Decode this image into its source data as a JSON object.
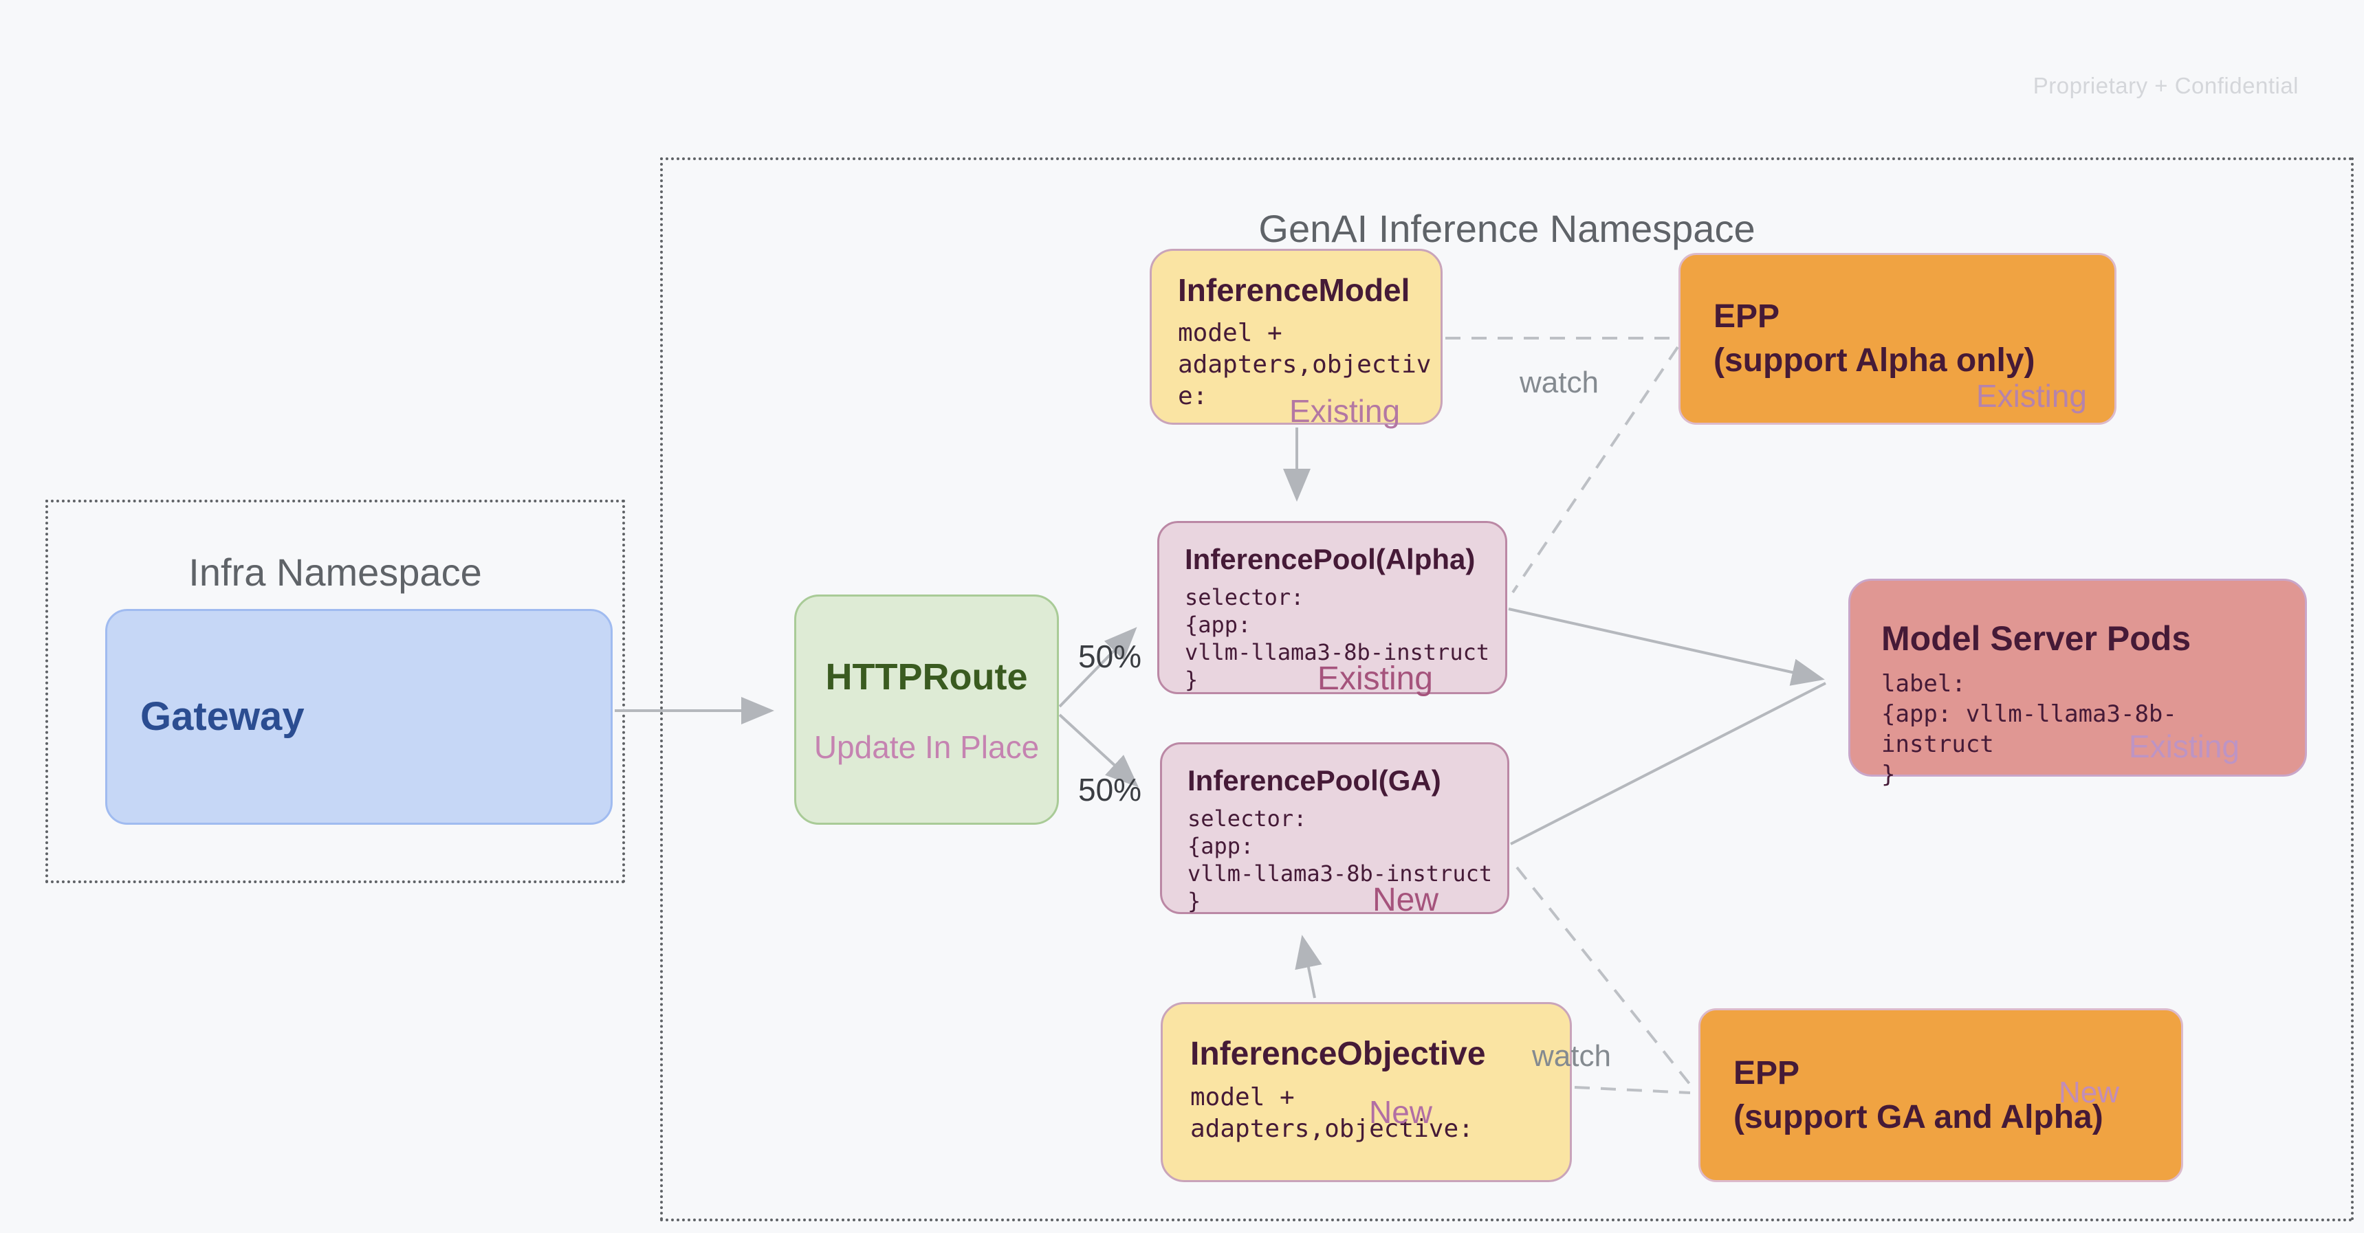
{
  "watermark": "Proprietary + Confidential",
  "palette": {
    "dotted_border": "#5f6266",
    "gray_text": "#5f6368",
    "watch_gray": "#848a90",
    "pct_gray": "#3a3d42",
    "watermark_gray": "#d4d6da",
    "line_gray": "#b5b8bd",
    "dark_plum": "#451a37",
    "yellow_fill": "#fae4a3",
    "yellow_border": "#c9a4ba",
    "orange_fill": "#f0a342",
    "orange_border": "#dcbacb",
    "pool_fill": "#e9d5df",
    "pool_border": "#bb88a5",
    "pods_fill": "#e09793",
    "pods_border": "#c9a6c9",
    "green_fill": "#deebd5",
    "green_border": "#a9cb97",
    "green_text": "#3a5b20",
    "update_mauve": "#c583b1",
    "blue_fill": "#c6d7f6",
    "blue_border": "#a0bbf0",
    "blue_text": "#2b4d91",
    "rose_tag": "#a5537c",
    "model_tag": "#b377a3",
    "objective_tag": "#b16ea4",
    "epp_alpha_tag": "#b583ad",
    "epp_ga_tag": "#c18db9",
    "pods_tag": "#bd94c4"
  },
  "namespaces": {
    "infra": {
      "title": "Infra Namespace"
    },
    "genai": {
      "title": "GenAI Inference Namespace"
    }
  },
  "nodes": {
    "gateway": {
      "title": "Gateway"
    },
    "httproute": {
      "title": "HTTPRoute",
      "subtitle": "Update In Place"
    },
    "inference_model": {
      "title": "InferenceModel",
      "code": "model +\nadapters,objective:",
      "tag": "Existing"
    },
    "epp_alpha": {
      "title": "EPP\n(support Alpha only)",
      "tag": "Existing"
    },
    "pool_alpha": {
      "title": "InferencePool(Alpha)",
      "code": "selector:\n{app:\nvllm-llama3-8b-instruct\n}",
      "tag": "Existing"
    },
    "pool_ga": {
      "title": "InferencePool(GA)",
      "code": "selector:\n{app:\nvllm-llama3-8b-instruct\n}",
      "tag": "New"
    },
    "pods": {
      "title": "Model Server Pods",
      "code": "label:\n{app: vllm-llama3-8b-instruct\n}",
      "tag": "Existing"
    },
    "inference_objective": {
      "title": "InferenceObjective",
      "code": "model +\nadapters,objective:",
      "tag": "New"
    },
    "epp_ga": {
      "title": "EPP\n(support GA and Alpha)",
      "tag": "New"
    }
  },
  "edge_labels": {
    "split_top": "50%",
    "split_bottom": "50%",
    "watch_top": "watch",
    "watch_bottom": "watch"
  }
}
